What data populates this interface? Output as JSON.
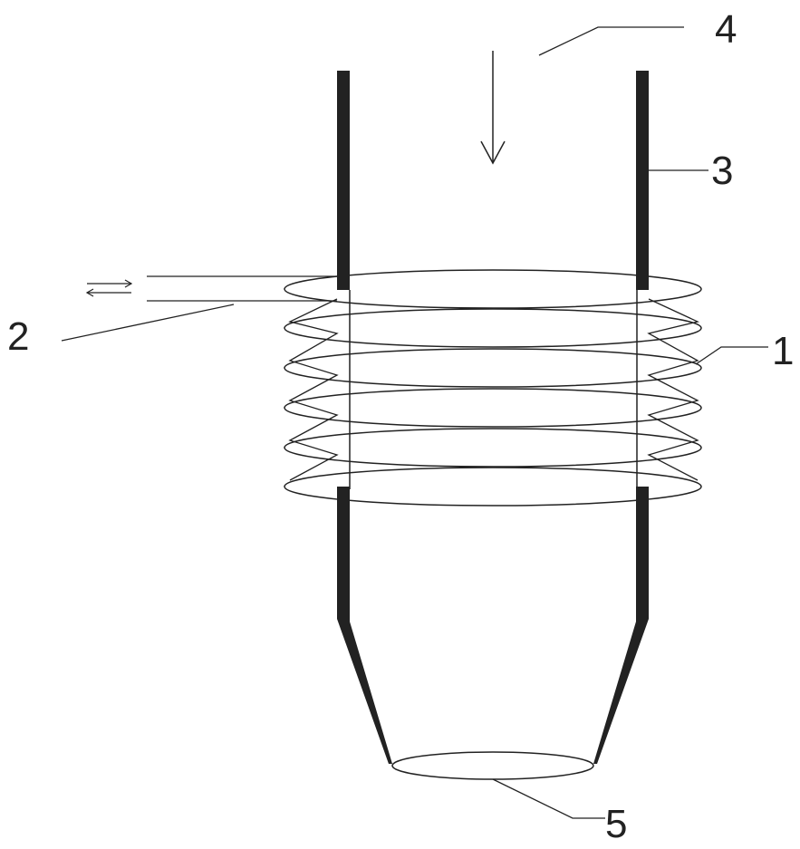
{
  "colors": {
    "wall": "#222222",
    "stroke": "#222222",
    "background": "#ffffff"
  },
  "labels": {
    "coil": "1",
    "supply_pipe": "2",
    "wall": "3",
    "feed_direction": "4",
    "outlet": "5"
  },
  "coil": {
    "turns": 6
  }
}
